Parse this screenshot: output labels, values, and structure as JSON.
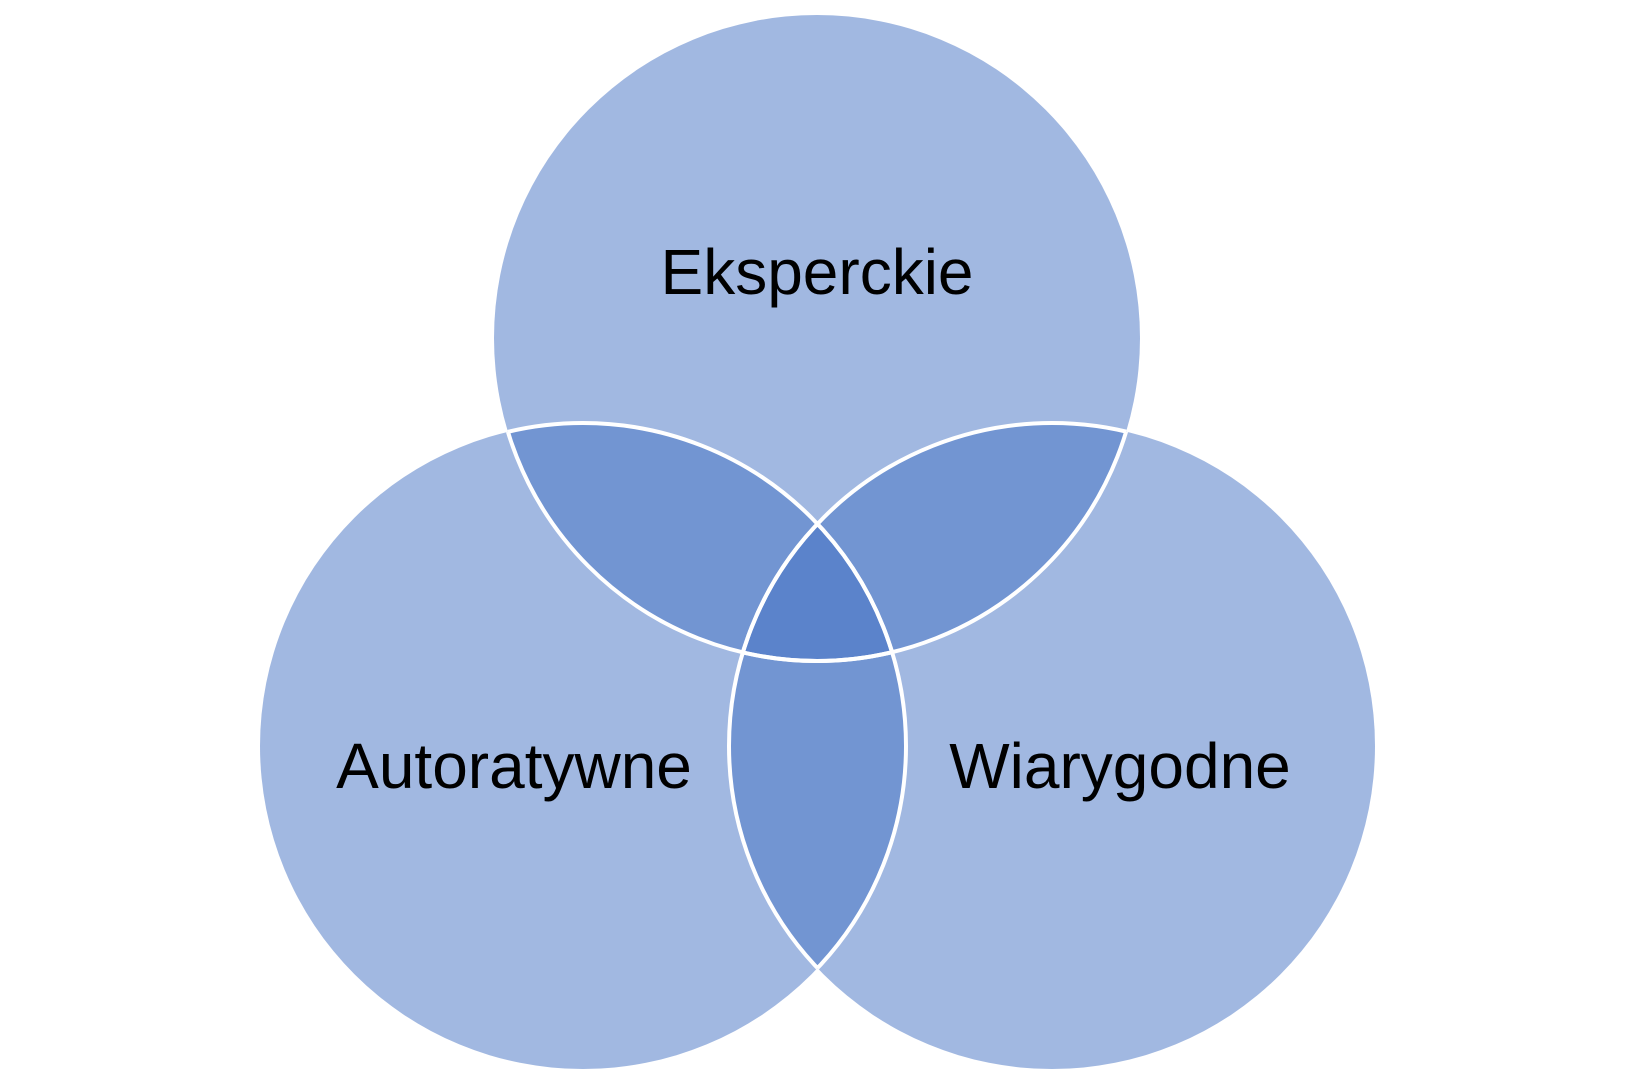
{
  "diagram": {
    "type": "venn",
    "sets": [
      {
        "id": "top",
        "label": "Eksperckie"
      },
      {
        "id": "left",
        "label": "Autoratywne"
      },
      {
        "id": "right",
        "label": "Wiarygodne"
      }
    ],
    "colors": {
      "circle_fill": "#4472C4",
      "circle_opacity": "0.5",
      "outline": "#ffffff",
      "label": "#000000"
    }
  }
}
